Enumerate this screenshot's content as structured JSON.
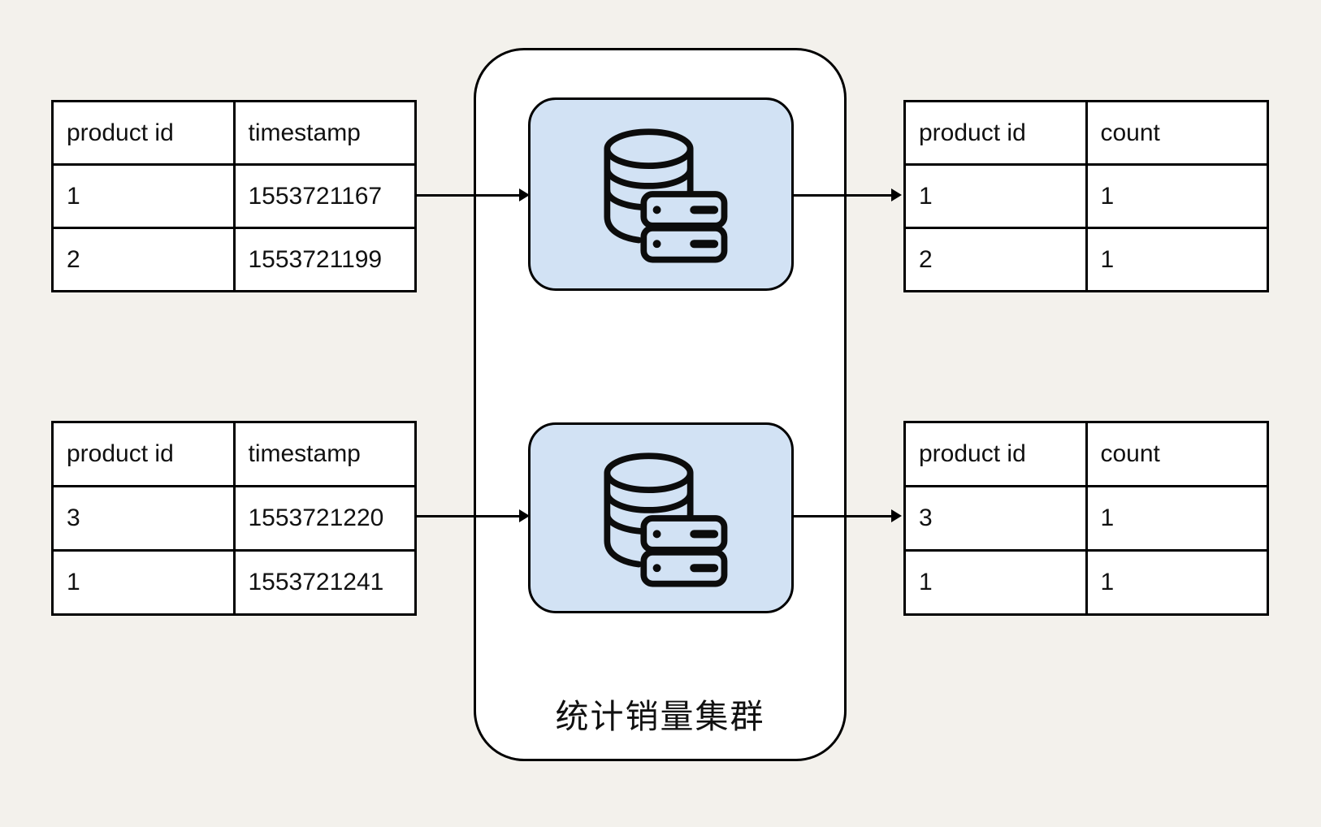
{
  "colors": {
    "background": "#f3f1ec",
    "node_fill": "#d2e2f4",
    "stroke": "#000000",
    "cell_background": "#ffffff",
    "text": "#111111"
  },
  "input_tables": {
    "top": {
      "headers": [
        "product id",
        "timestamp"
      ],
      "rows": [
        [
          "1",
          "1553721167"
        ],
        [
          "2",
          "1553721199"
        ]
      ]
    },
    "bottom": {
      "headers": [
        "product id",
        "timestamp"
      ],
      "rows": [
        [
          "3",
          "1553721220"
        ],
        [
          "1",
          "1553721241"
        ]
      ]
    }
  },
  "cluster": {
    "label": "统计销量集群",
    "node_icons": [
      "database-server-icon",
      "database-server-icon"
    ]
  },
  "output_tables": {
    "top": {
      "headers": [
        "product id",
        "count"
      ],
      "rows": [
        [
          "1",
          "1"
        ],
        [
          "2",
          "1"
        ]
      ]
    },
    "bottom": {
      "headers": [
        "product id",
        "count"
      ],
      "rows": [
        [
          "3",
          "1"
        ],
        [
          "1",
          "1"
        ]
      ]
    }
  }
}
